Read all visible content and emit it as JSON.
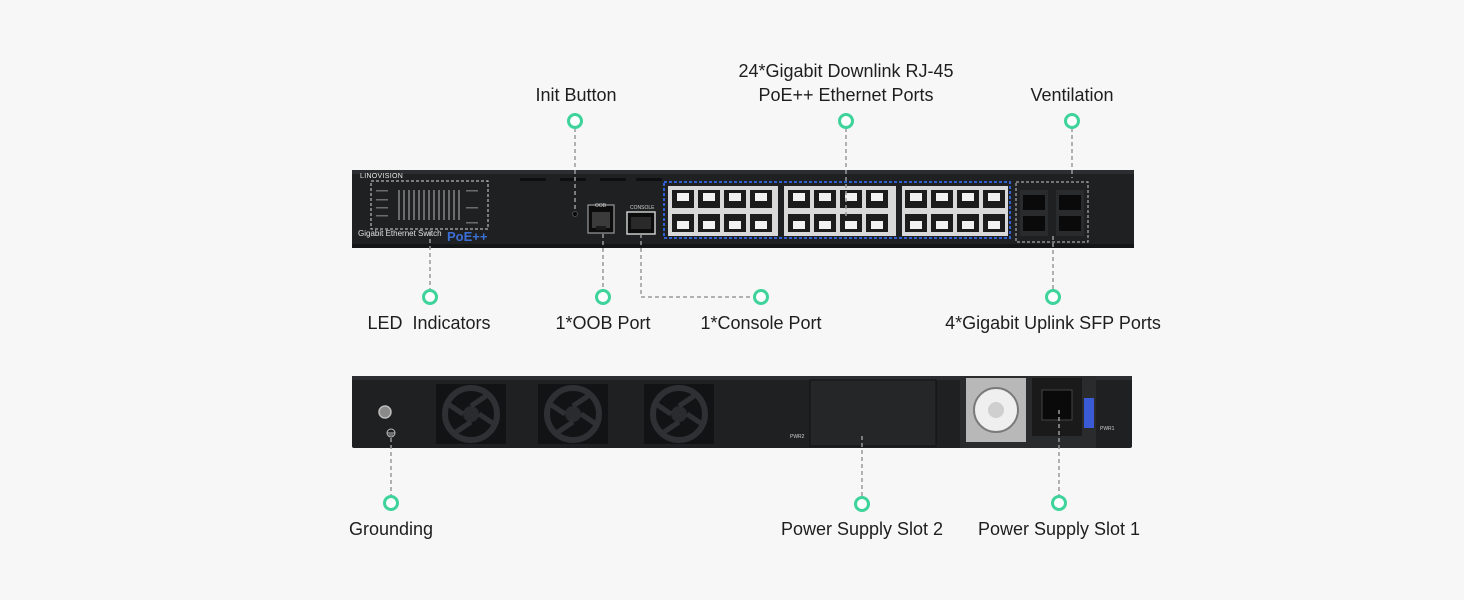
{
  "labels": {
    "init_button": "Init Button",
    "downlink_line1": "24*Gigabit Downlink RJ-45",
    "downlink_line2": "PoE++ Ethernet Ports",
    "ventilation": "Ventilation",
    "led_indicators": "LED  Indicators",
    "oob_port": "1*OOB Port",
    "console_port": "1*Console Port",
    "sfp_ports": "4*Gigabit Uplink SFP Ports",
    "grounding": "Grounding",
    "psu_slot_2": "Power Supply Slot 2",
    "psu_slot_1": "Power Supply Slot 1"
  },
  "front_panel": {
    "brand": "LINOVISION",
    "product": "Gigabit Ethernet Switch",
    "poe_badge": "PoE++",
    "oob_tag": "OOB",
    "console_tag": "CONSOLE"
  },
  "rear_panel": {
    "pwr2_tag": "PWR2",
    "pwr1_tag": "PWR1"
  },
  "colors": {
    "accent": "#3ed39b",
    "chassis": "#1f2022",
    "port_blue": "#2f5fd0",
    "leader": "#9a9a9a"
  }
}
